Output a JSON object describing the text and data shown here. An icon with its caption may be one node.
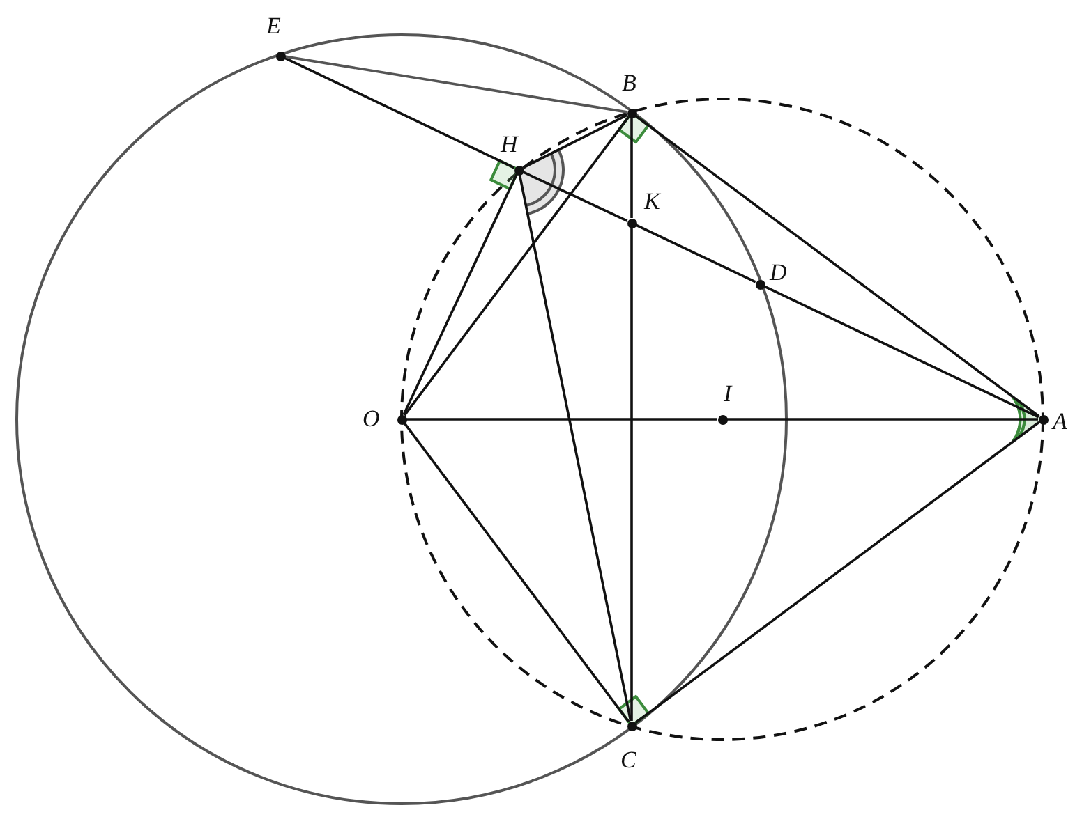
{
  "diagram": {
    "nodes": [
      {
        "text": [
          "E"
        ]
      },
      {
        "text": [
          "B"
        ]
      },
      {
        "text": [
          "H"
        ]
      },
      {
        "text": [
          "K"
        ]
      },
      {
        "text": [
          "D"
        ]
      },
      {
        "text": [
          "O"
        ]
      },
      {
        "text": [
          "I"
        ]
      },
      {
        "text": [
          "A"
        ]
      },
      {
        "text": [
          "C"
        ]
      }
    ],
    "edges": [
      {
        "from": 0,
        "to": 2,
        "arrow": "none"
      },
      {
        "from": 2,
        "to": 3,
        "arrow": "none"
      },
      {
        "from": 3,
        "to": 4,
        "arrow": "none"
      },
      {
        "from": 4,
        "to": 7,
        "arrow": "none"
      },
      {
        "from": 0,
        "to": 1,
        "arrow": "none",
        "color": "#555555"
      },
      {
        "from": 5,
        "to": 6,
        "arrow": "none"
      },
      {
        "from": 6,
        "to": 7,
        "arrow": "none"
      },
      {
        "from": 1,
        "to": 3,
        "arrow": "none"
      },
      {
        "from": 3,
        "to": 8,
        "arrow": "none"
      },
      {
        "from": 5,
        "to": 1,
        "arrow": "none"
      },
      {
        "from": 5,
        "to": 8,
        "arrow": "none"
      },
      {
        "from": 7,
        "to": 1,
        "arrow": "none"
      },
      {
        "from": 7,
        "to": 8,
        "arrow": "none"
      },
      {
        "from": 5,
        "to": 2,
        "arrow": "none"
      },
      {
        "from": 2,
        "to": 8,
        "arrow": "none"
      },
      {
        "from": 2,
        "to": 1,
        "arrow": "none"
      }
    ]
  }
}
